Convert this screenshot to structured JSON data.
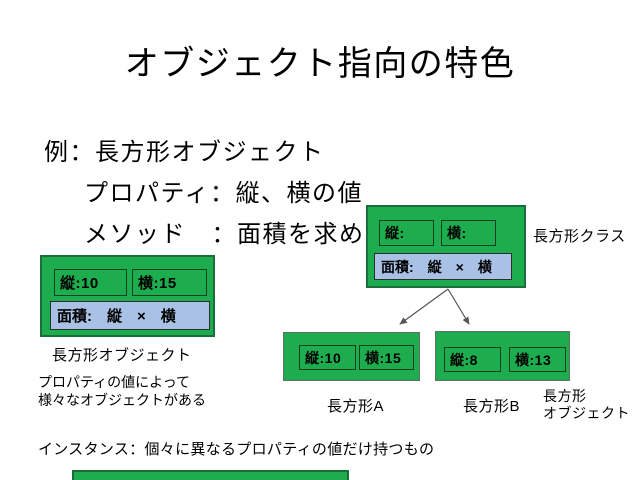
{
  "title": "オブジェクト指向の特色",
  "example": {
    "line1": "例：長方形オブジェクト",
    "line2": "プロパティ：縦、横の値",
    "line3": "メソッド　：面積を求める"
  },
  "area_formula": "面積:　縦　×　横",
  "class_box": {
    "v": "縦:",
    "h": "横:",
    "label": "長方形クラス"
  },
  "object_box": {
    "v": "縦:10",
    "h": "横:15",
    "label": "長方形オブジェクト"
  },
  "box_a": {
    "v": "縦:10",
    "h": "横:15",
    "label": "長方形A"
  },
  "box_b": {
    "v": "縦:8",
    "h": "横:13",
    "label": "長方形B"
  },
  "right_label": {
    "line1": "長方形",
    "line2": "オブジェクト"
  },
  "notes": {
    "line1": "プロパティの値によって",
    "line2": "様々なオブジェクトがある",
    "instance": "インスタンス：個々に異なるプロパティの値だけ持つもの"
  },
  "colors": {
    "box_green": "#1dac4e",
    "box_green_border": "#1a6e3c",
    "small_box_border": "#103f22",
    "method_blue": "#a9c1e4",
    "arrow_gray": "#555555",
    "text": "#000000",
    "background": "#ffffff"
  }
}
